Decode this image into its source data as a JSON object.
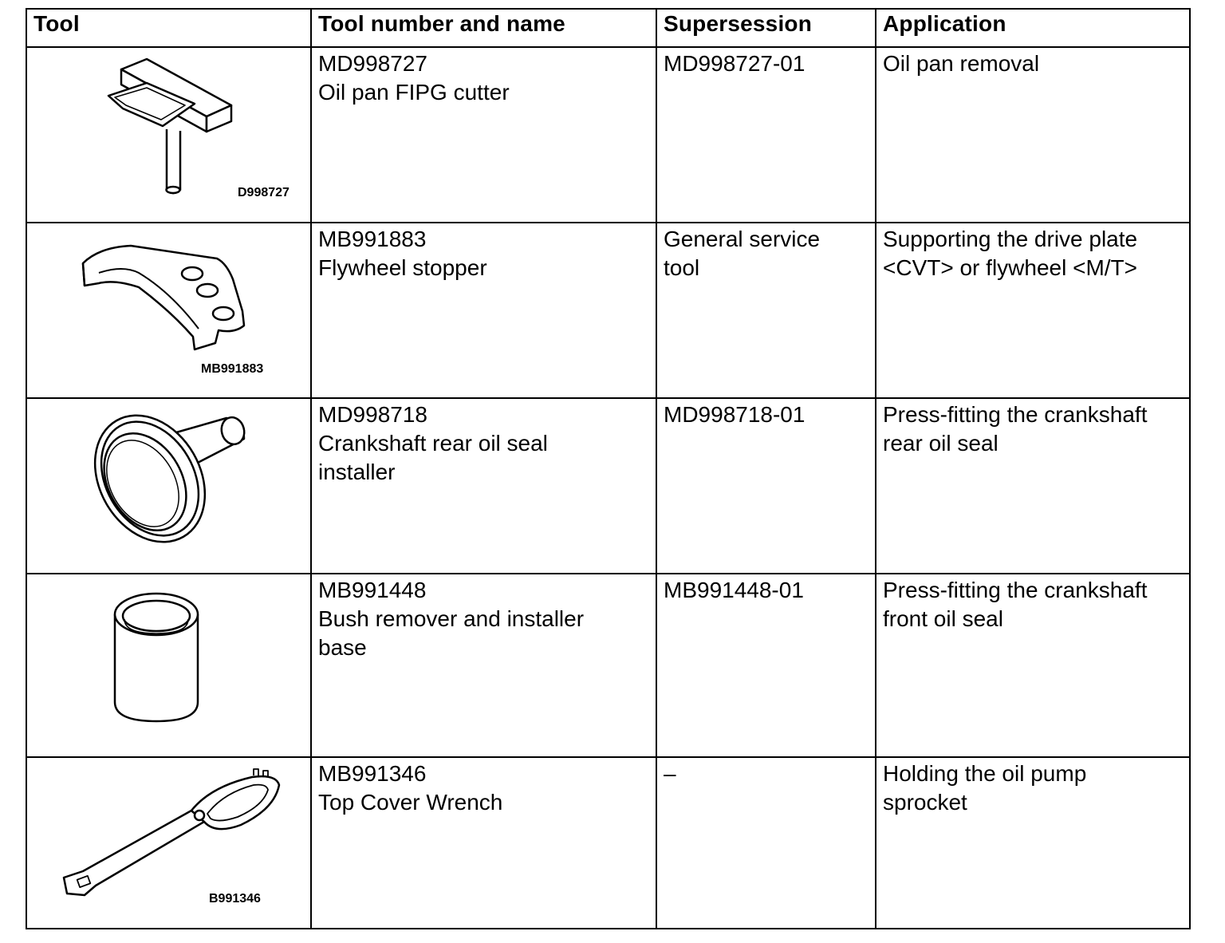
{
  "table": {
    "headers": {
      "tool": "Tool",
      "number_name": "Tool number and name",
      "supersession": "Supersession",
      "application": "Application"
    },
    "rows": [
      {
        "image_label": "D998727",
        "icon": "oil-pan-fipg-cutter-icon",
        "number": "MD998727",
        "name": [
          "Oil pan FIPG cutter"
        ],
        "supersession": [
          "MD998727-01"
        ],
        "application": [
          "Oil pan removal"
        ]
      },
      {
        "image_label": "MB991883",
        "icon": "flywheel-stopper-icon",
        "number": "MB991883",
        "name": [
          "Flywheel stopper"
        ],
        "supersession": [
          "General service",
          "tool"
        ],
        "application": [
          "Supporting the drive plate",
          "<CVT> or flywheel <M/T>"
        ]
      },
      {
        "image_label": "",
        "icon": "oil-seal-installer-icon",
        "number": "MD998718",
        "name": [
          "Crankshaft rear oil seal",
          "installer"
        ],
        "supersession": [
          "MD998718-01"
        ],
        "application": [
          "Press-fitting the crankshaft",
          "rear oil seal"
        ]
      },
      {
        "image_label": "",
        "icon": "installer-base-icon",
        "number": "MB991448",
        "name": [
          "Bush remover and installer",
          "base"
        ],
        "supersession": [
          "MB991448-01"
        ],
        "application": [
          "Press-fitting the crankshaft",
          "front oil seal"
        ]
      },
      {
        "image_label": "B991346",
        "icon": "top-cover-wrench-icon",
        "number": "MB991346",
        "name": [
          "Top Cover Wrench"
        ],
        "supersession": [
          "–"
        ],
        "application": [
          "Holding the oil pump",
          "sprocket"
        ]
      }
    ]
  }
}
